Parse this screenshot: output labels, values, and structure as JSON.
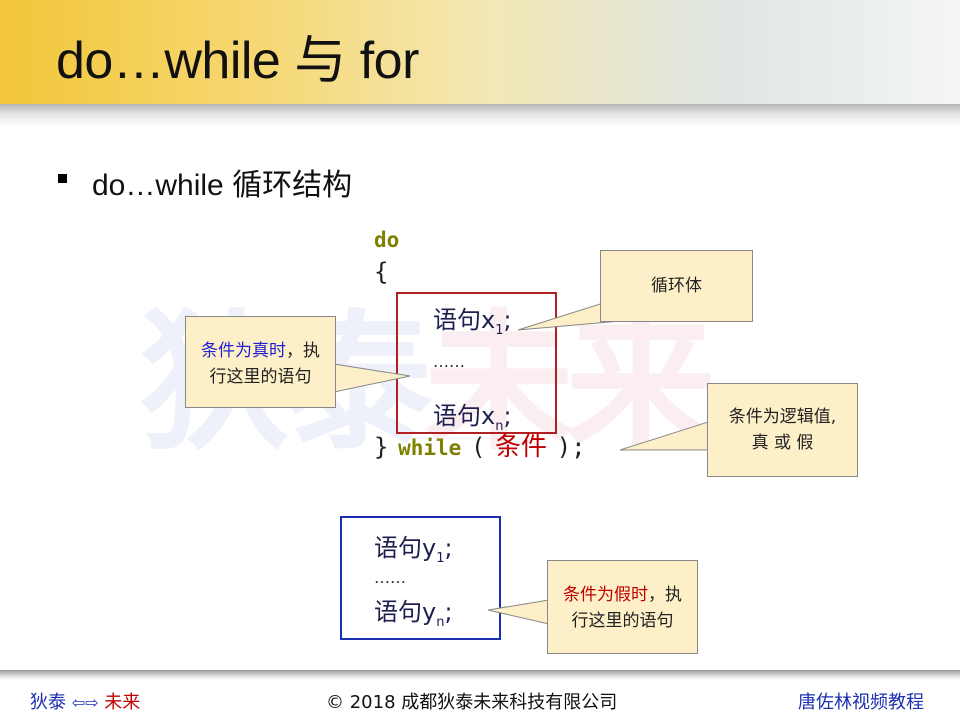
{
  "slide": {
    "title": "do…while 与 for",
    "subtitle": "do…while 循环结构"
  },
  "watermark": {
    "part1": "狄泰",
    "part2": "未来"
  },
  "code": {
    "do": "do",
    "open_brace": "{",
    "x1_text": "语句x",
    "x1_sub": "1",
    "semicolon": ";",
    "ellipsis": "……",
    "xn_text": "语句x",
    "xn_sub": "n",
    "close_brace": "}",
    "while_kw": "while",
    "open_paren": "(",
    "condition": "条件",
    "close_paren_semi": ");",
    "y1_text": "语句y",
    "y1_sub": "1",
    "yn_text": "语句y",
    "yn_sub": "n"
  },
  "callouts": {
    "loop_body": "循环体",
    "true_line1": "条件为真时",
    "true_line1_rest": "，执",
    "true_line2": "行这里的语句",
    "logic_line1": "条件为逻辑值,",
    "logic_line2": "真 或 假",
    "false_line1": "条件为假时",
    "false_line1_rest": "，执",
    "false_line2": "行这里的语句"
  },
  "footer": {
    "left_a": "狄泰",
    "arrows": "⇦⇨",
    "left_b": "未来",
    "center": "© 2018 成都狄泰未来科技有限公司",
    "right": "唐佐林视频教程"
  },
  "colors": {
    "keyword": "#7f7f00",
    "condition": "#c00000",
    "true_text": "#1f1fd0",
    "false_text": "#c00000",
    "callout_bg": "#fdf0c8",
    "footer_left": "#1b2fb0",
    "footer_red": "#c00000"
  }
}
